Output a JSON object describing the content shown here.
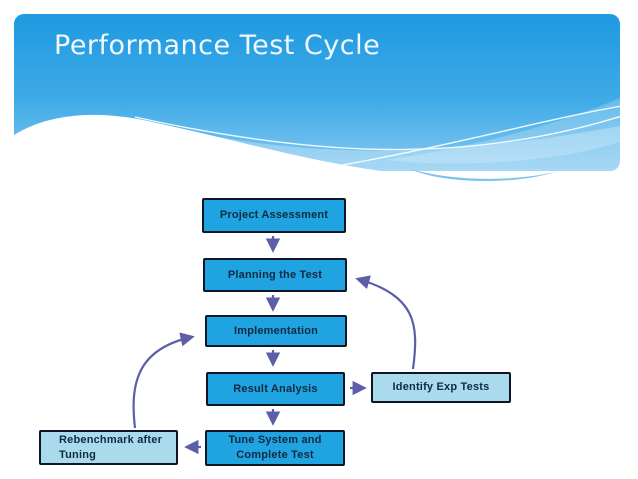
{
  "slide": {
    "title": "Performance Test Cycle"
  },
  "colors": {
    "header_blue_top": "#1e99e0",
    "header_blue_bottom": "#86c9f1",
    "node_fill": "#20a3e1",
    "node_fill_light": "#a9dbec",
    "node_border": "#0e1526",
    "node_text": "#0f2a41",
    "arrow": "#5c5fa8",
    "title_text": "#f0f8fe"
  },
  "diagram": {
    "nodes": [
      {
        "label": "Project Assessment",
        "style": "solid"
      },
      {
        "label": "Planning the Test",
        "style": "solid"
      },
      {
        "label": "Implementation",
        "style": "solid"
      },
      {
        "label": "Result Analysis",
        "style": "solid"
      },
      {
        "label": "Tune System and Complete Test",
        "line1": "Tune System and",
        "line2": "Complete Test",
        "style": "solid"
      },
      {
        "label": "Identify Exp Tests",
        "style": "light"
      },
      {
        "label": "Rebenchmark after Tuning",
        "line1": "Rebenchmark after",
        "line2": "Tuning",
        "style": "light"
      }
    ],
    "edges": [
      {
        "from": "Project Assessment",
        "to": "Planning the Test"
      },
      {
        "from": "Planning the Test",
        "to": "Implementation"
      },
      {
        "from": "Implementation",
        "to": "Result Analysis"
      },
      {
        "from": "Result Analysis",
        "to": "Tune System and Complete Test"
      },
      {
        "from": "Result Analysis",
        "to": "Identify Exp Tests"
      },
      {
        "from": "Identify Exp Tests",
        "to": "Planning the Test"
      },
      {
        "from": "Tune System and Complete Test",
        "to": "Rebenchmark after Tuning"
      },
      {
        "from": "Rebenchmark after Tuning",
        "to": "Implementation"
      }
    ]
  }
}
